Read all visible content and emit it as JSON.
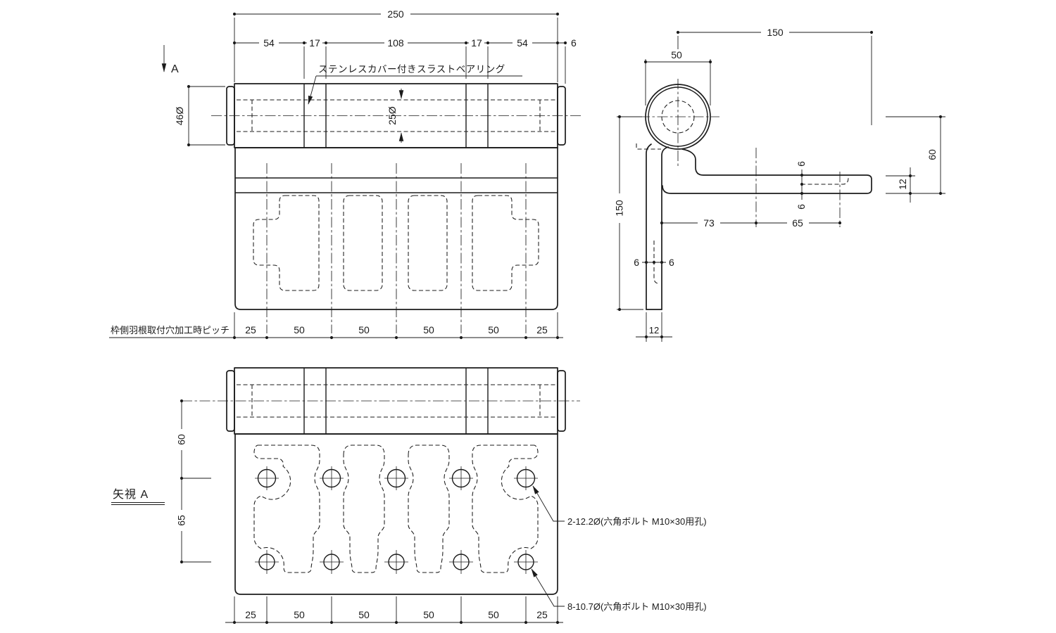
{
  "front_view": {
    "dim_overall": "250",
    "dim_segments": [
      "54",
      "17",
      "108",
      "17",
      "54"
    ],
    "dim_cap": "6",
    "dim_barrel_dia": "46Ø",
    "dim_pin_dia": "25Ø",
    "section_arrow_label": "A",
    "bearing_note": "ステンレスカバー付きスラストベアリング",
    "pitch_label": "枠側羽根取付穴加工時ピッチ",
    "pitch_dims": [
      "25",
      "50",
      "50",
      "50",
      "50",
      "25"
    ]
  },
  "side_view": {
    "dim_width": "150",
    "dim_knuckle_dia": "50",
    "dim_height": "150",
    "dim_offset_a": "73",
    "dim_offset_b": "65",
    "dim_leg_half_left": "6",
    "dim_leg_half_right": "6",
    "dim_arm_half_top": "6",
    "dim_arm_half_bottom": "6",
    "dim_arm_height": "60",
    "dim_arm_thickness": "12",
    "dim_leg_thickness": "12"
  },
  "bottom_view": {
    "title": "矢視 A",
    "dim_center_to_row": "60",
    "dim_row_gap": "65",
    "pitch_dims": [
      "25",
      "50",
      "50",
      "50",
      "50",
      "25"
    ],
    "leader_large_holes": "2-12.2Ø(六角ボルト M10×30用孔)",
    "leader_small_holes": "8-10.7Ø(六角ボルト M10×30用孔)"
  }
}
